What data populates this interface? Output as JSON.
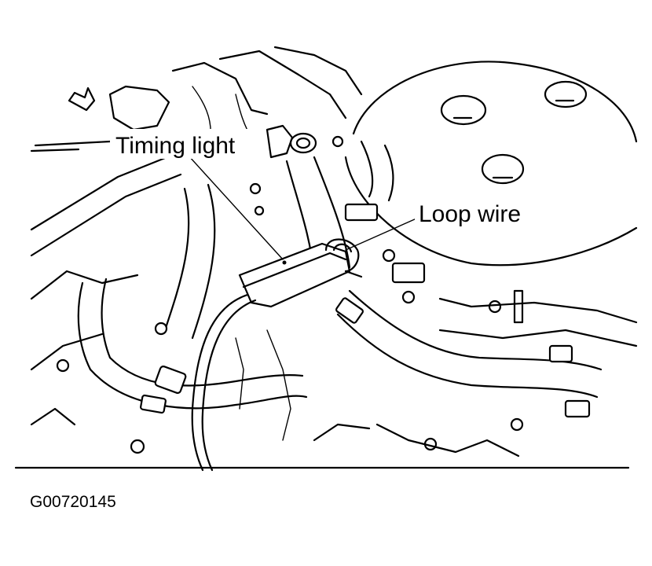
{
  "diagram": {
    "callouts": {
      "timing_light": "Timing light",
      "loop_wire": "Loop wire"
    },
    "figure_code": "G00720145",
    "colors": {
      "ink": "#000000",
      "paper": "#ffffff"
    }
  }
}
